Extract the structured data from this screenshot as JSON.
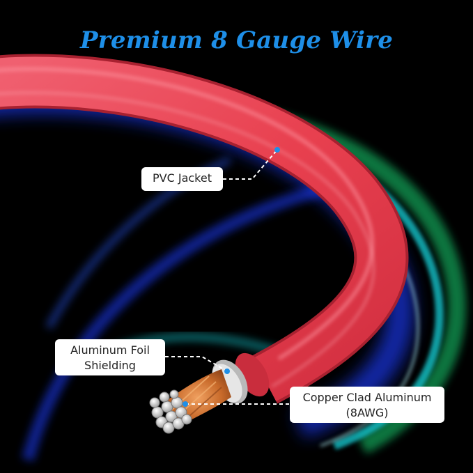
{
  "title": "Premium 8 Gauge Wire",
  "labels": {
    "pvc_jacket": "PVC Jacket",
    "aluminum_foil_line1": "Aluminum Foil",
    "aluminum_foil_line2": "Shielding",
    "copper_line1": "Copper Clad Aluminum",
    "copper_line2": "(8AWG)"
  },
  "colors": {
    "title": "#1e8fe8",
    "jacket": "#e8404f",
    "copper": "#c86a2a",
    "foil": "#d8d8d8",
    "glow_blue": "#1a3cff",
    "glow_green": "#19c46a",
    "glow_cyan": "#18d0d8",
    "pointer": "#1e8fe8"
  }
}
